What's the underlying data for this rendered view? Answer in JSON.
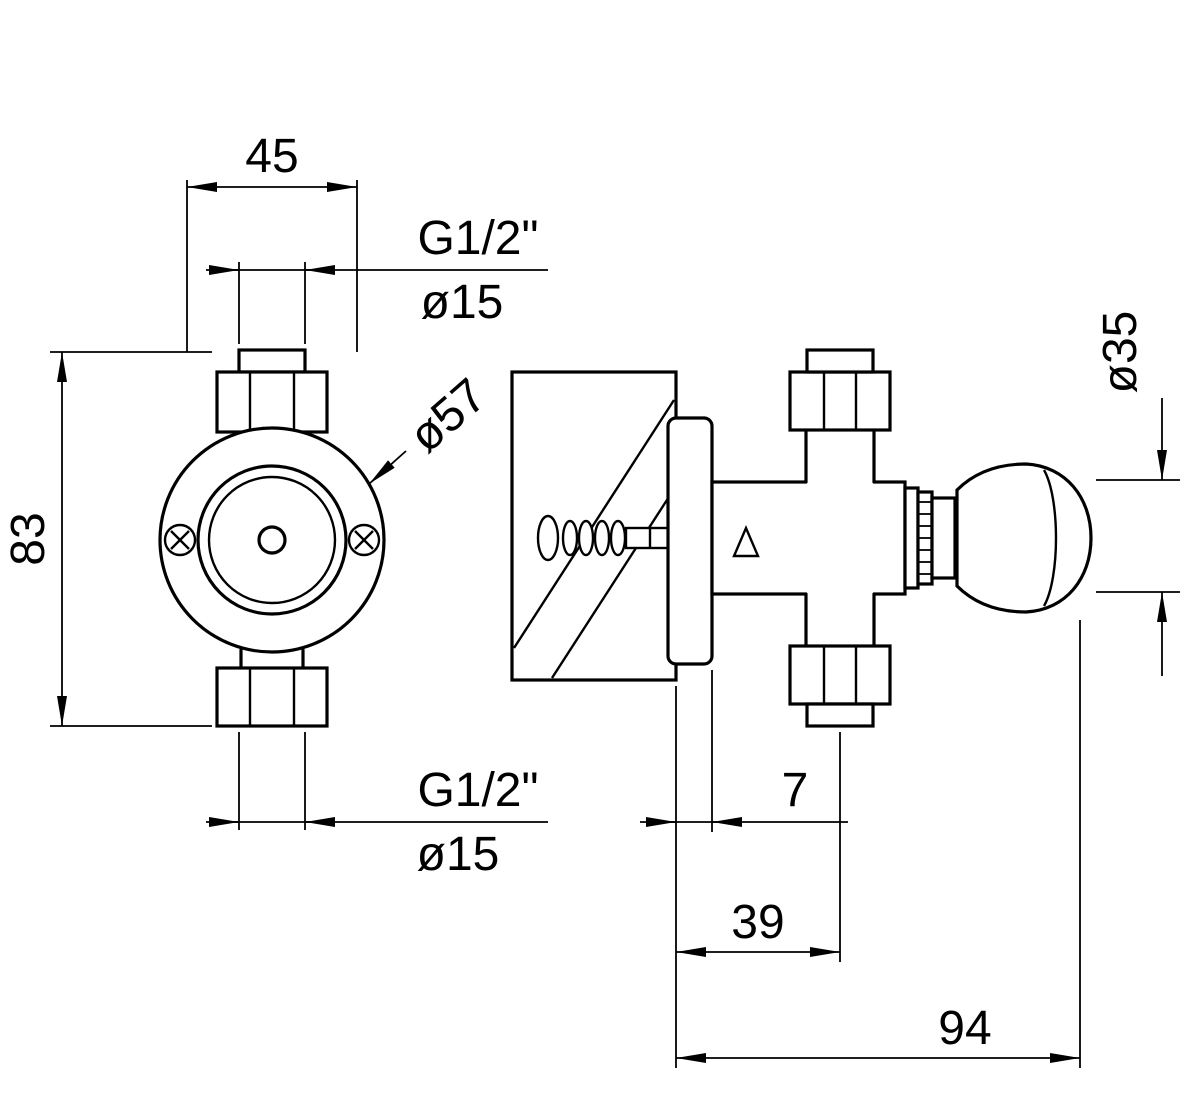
{
  "page": {
    "background": "#ffffff",
    "line_color": "#000000"
  },
  "drawing": {
    "front_view": {
      "dim_width": "45",
      "thread_top": "G1/2\"",
      "pipe_dia_top": "ø15",
      "body_dia": "ø57",
      "dim_height": "83",
      "thread_bottom": "G1/2\"",
      "pipe_dia_bottom": "ø15"
    },
    "side_view": {
      "knob_dia": "ø35",
      "dim_flange": "7",
      "dim_wall_to_axis": "39",
      "dim_wall_to_knob": "94"
    }
  }
}
